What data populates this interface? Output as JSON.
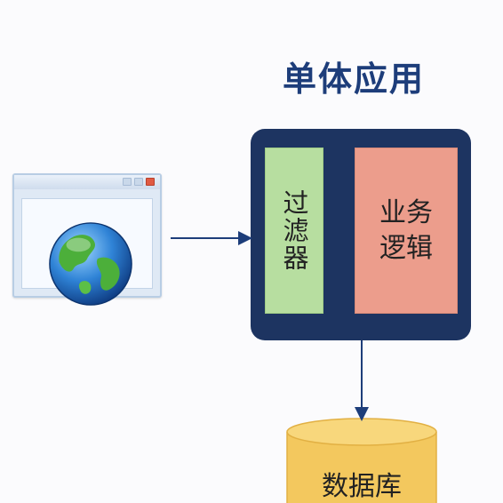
{
  "diagram": {
    "title": "单体应用",
    "filter_label": "过滤器",
    "logic_label": "业务逻辑",
    "database_label": "数据库",
    "icons": [
      "browser-window-icon",
      "globe-icon"
    ],
    "colors": {
      "container": "#1d3461",
      "filter": "#b7dea0",
      "logic": "#ec9d8c",
      "database": "#f3c85e",
      "arrow": "#1d3d7a"
    }
  }
}
